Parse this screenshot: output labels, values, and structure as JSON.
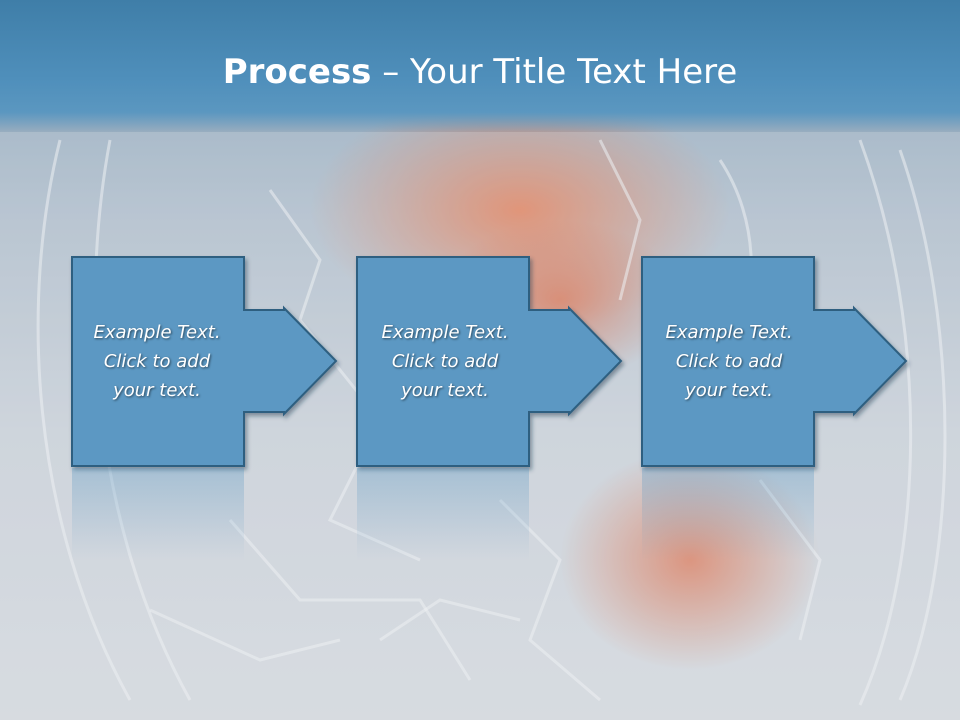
{
  "title": {
    "bold": "Process",
    "rest": " – Your Title Text Here"
  },
  "steps": [
    {
      "lines": [
        "Example Text.",
        "Click  to add",
        "your text."
      ]
    },
    {
      "lines": [
        "Example Text.",
        "Click  to add",
        "your text."
      ]
    },
    {
      "lines": [
        "Example Text.",
        "Click  to add",
        "your text."
      ]
    }
  ],
  "colors": {
    "header": "#4f8fbb",
    "box_fill": "#5b98c3",
    "box_stroke": "#2e5f80",
    "text": "#ffffff"
  }
}
